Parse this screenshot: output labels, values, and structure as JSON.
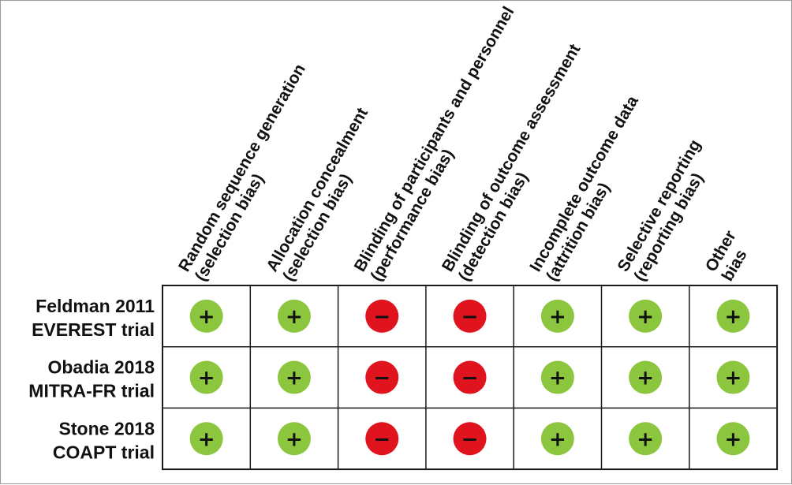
{
  "chart_data": {
    "type": "table",
    "columns": [
      [
        "Random sequence generation",
        "(selection bias)"
      ],
      [
        "Allocation concealment",
        "(selection bias)"
      ],
      [
        "Blinding of participants and personnel",
        "(performance bias)"
      ],
      [
        "Blinding of outcome assessment",
        "(detection bias)"
      ],
      [
        "Incomplete outcome data",
        "(attrition bias)"
      ],
      [
        "Selective reporting",
        "(reporting bias)"
      ],
      [
        "Other",
        "bias"
      ]
    ],
    "rows": [
      {
        "label": [
          "Feldman 2011",
          "EVEREST trial"
        ],
        "ratings": [
          "low",
          "low",
          "high",
          "high",
          "low",
          "low",
          "low"
        ]
      },
      {
        "label": [
          "Obadia 2018",
          "MITRA-FR trial"
        ],
        "ratings": [
          "low",
          "low",
          "high",
          "high",
          "low",
          "low",
          "low"
        ]
      },
      {
        "label": [
          "Stone 2018",
          "COAPT trial"
        ],
        "ratings": [
          "low",
          "low",
          "high",
          "high",
          "low",
          "low",
          "low"
        ]
      }
    ],
    "symbols": {
      "low": "+",
      "high": "−"
    },
    "colors": {
      "low": "#8cc63f",
      "high": "#e0141e",
      "grid": "#1a1a1a",
      "text": "#111111"
    }
  }
}
